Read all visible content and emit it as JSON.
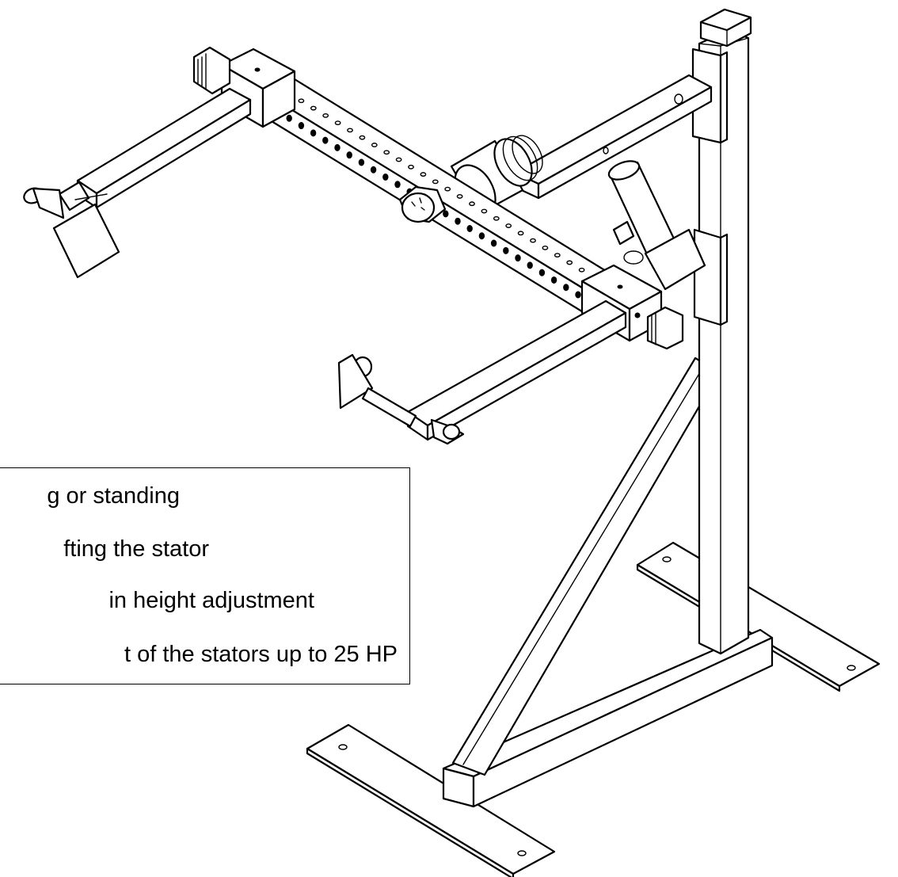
{
  "features": [
    "g or standing",
    "fting the stator",
    " in height adjustment",
    "t of the stators up to 25 HP"
  ]
}
